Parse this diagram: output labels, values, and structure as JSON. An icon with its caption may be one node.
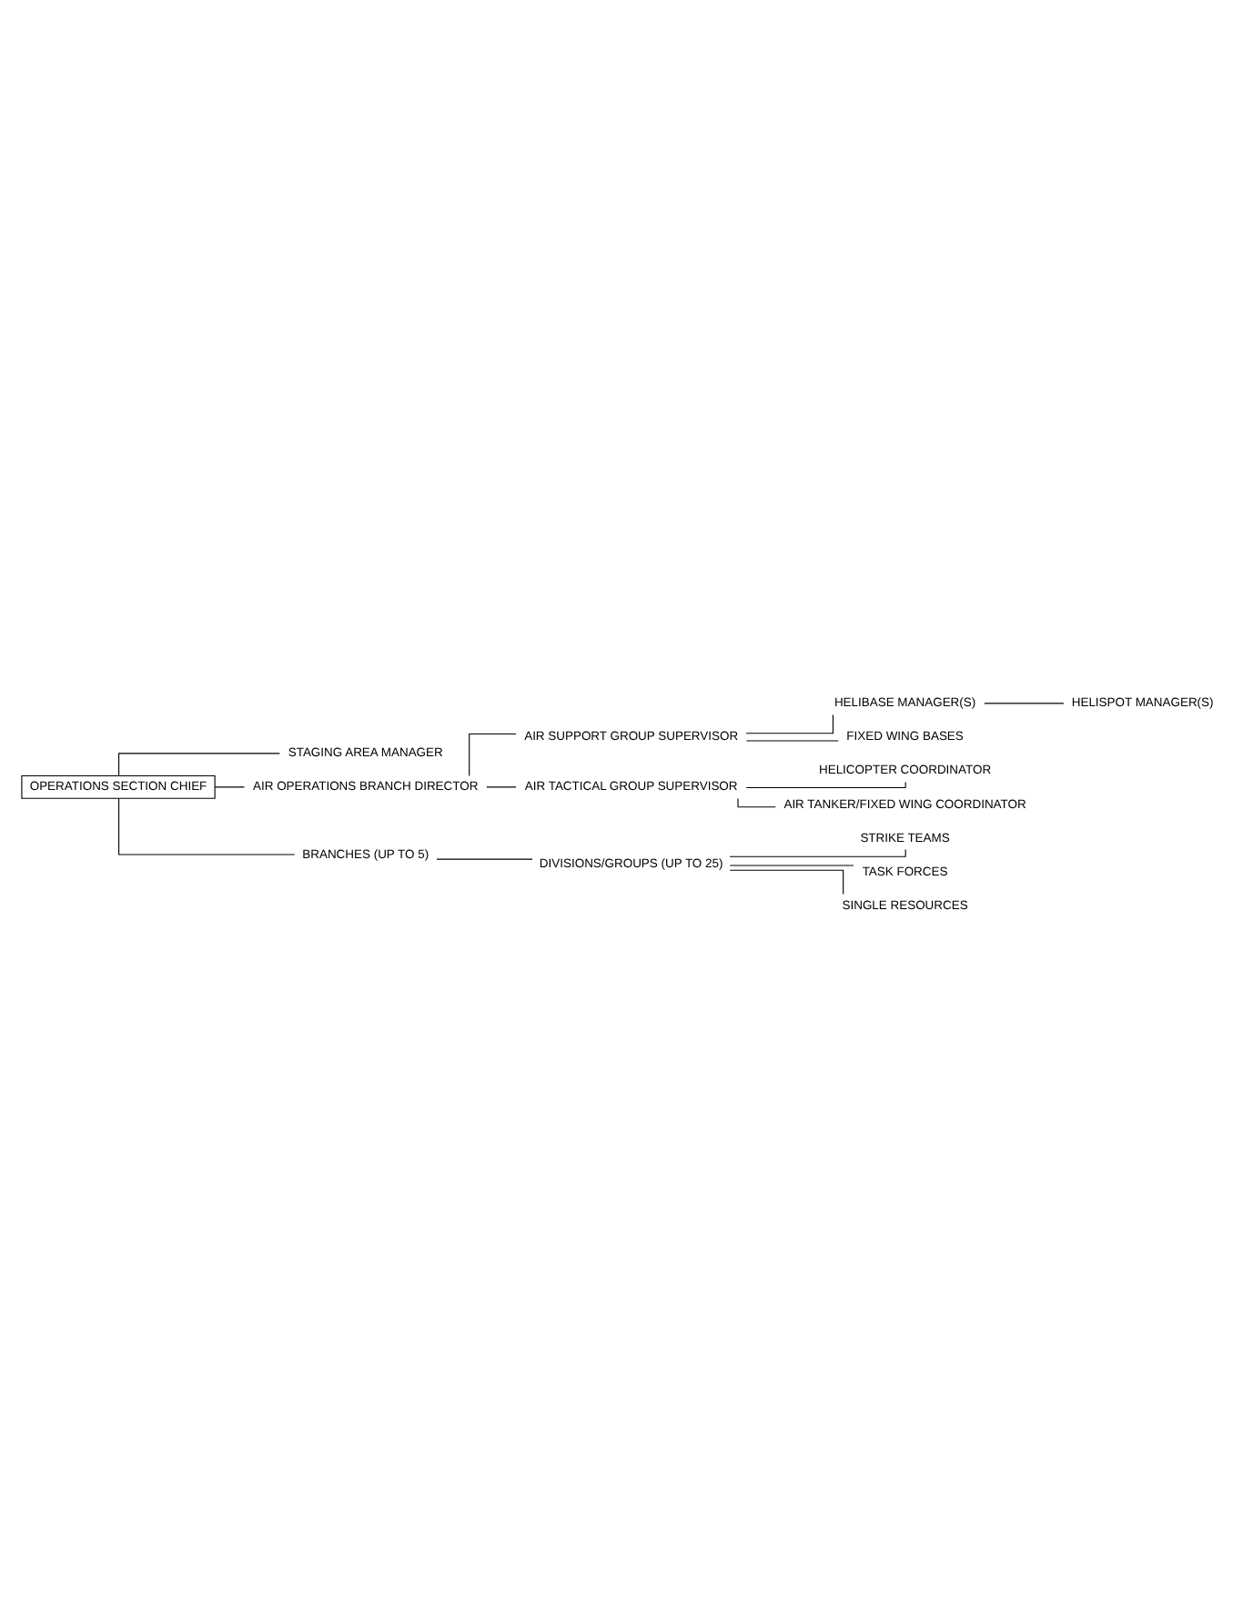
{
  "diagram": {
    "nodes": [
      {
        "text": [
          "OPERATIONS SECTION CHIEF"
        ]
      },
      {
        "text": [
          "STAGING AREA MANAGER"
        ]
      },
      {
        "text": [
          "AIR OPERATIONS BRANCH DIRECTOR"
        ]
      },
      {
        "text": [
          "AIR SUPPORT GROUP SUPERVISOR"
        ]
      },
      {
        "text": [
          "HELIBASE MANAGER(S)"
        ]
      },
      {
        "text": [
          "HELISPOT MANAGER(S)"
        ]
      },
      {
        "text": [
          "FIXED WING BASES"
        ]
      },
      {
        "text": [
          "AIR TACTICAL GROUP SUPERVISOR"
        ]
      },
      {
        "text": [
          "HELICOPTER COORDINATOR"
        ]
      },
      {
        "text": [
          "AIR TANKER/FIXED WING COORDINATOR"
        ]
      },
      {
        "text": [
          "BRANCHES (UP TO 5)"
        ]
      },
      {
        "text": [
          "DIVISIONS/GROUPS (UP TO 25)"
        ]
      },
      {
        "text": [
          "STRIKE TEAMS"
        ]
      },
      {
        "text": [
          "TASK FORCES"
        ]
      },
      {
        "text": [
          "SINGLE RESOURCES"
        ]
      }
    ],
    "edges": [
      {
        "from": 0,
        "to": 1,
        "arrow": "none"
      },
      {
        "from": 0,
        "to": 2,
        "arrow": "none"
      },
      {
        "from": 2,
        "to": 3,
        "arrow": "none"
      },
      {
        "from": 3,
        "to": 4,
        "arrow": "none"
      },
      {
        "from": 4,
        "to": 5,
        "arrow": "none"
      },
      {
        "from": 3,
        "to": 6,
        "arrow": "none"
      },
      {
        "from": 2,
        "to": 7,
        "arrow": "none"
      },
      {
        "from": 7,
        "to": 8,
        "arrow": "none"
      },
      {
        "from": 7,
        "to": 9,
        "arrow": "none"
      },
      {
        "from": 0,
        "to": 10,
        "arrow": "none"
      },
      {
        "from": 10,
        "to": 11,
        "arrow": "none"
      },
      {
        "from": 11,
        "to": 12,
        "arrow": "none"
      },
      {
        "from": 11,
        "to": 13,
        "arrow": "none"
      },
      {
        "from": 11,
        "to": 14,
        "arrow": "none"
      }
    ]
  }
}
